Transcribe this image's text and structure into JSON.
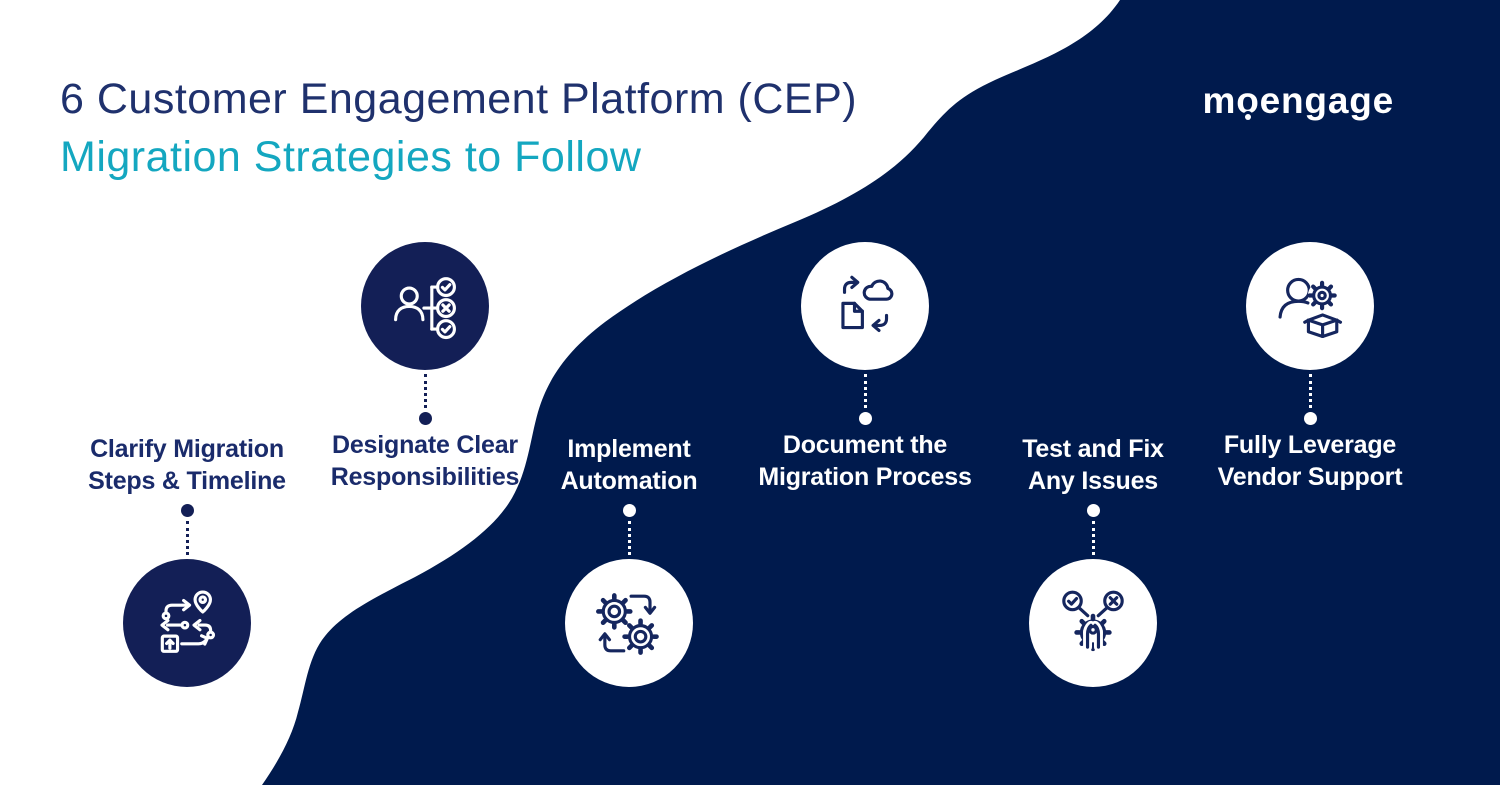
{
  "colors": {
    "background_navy": "#001a4d",
    "icon_circle_navy": "#131f56",
    "title_navy": "#1f316d",
    "title_teal": "#14a7c0",
    "label_navy": "#1a2b6b",
    "white": "#ffffff"
  },
  "header": {
    "title_line1": "6 Customer Engagement Platform (CEP)",
    "title_line2": "Migration Strategies to Follow"
  },
  "logo": {
    "part_m": "m",
    "part_o": "o",
    "part_rest": "engage"
  },
  "strategies": [
    {
      "line1": "Clarify Migration",
      "line2": "Steps & Timeline",
      "icon": "route-timeline-icon",
      "icon_position": "below-text",
      "section": "light"
    },
    {
      "line1": "Designate Clear",
      "line2": "Responsibilities",
      "icon": "person-checklist-icon",
      "icon_position": "above-text",
      "section": "light"
    },
    {
      "line1": "Implement",
      "line2": "Automation",
      "icon": "gears-sync-icon",
      "icon_position": "below-text",
      "section": "dark"
    },
    {
      "line1": "Document the",
      "line2": "Migration Process",
      "icon": "document-cloud-sync-icon",
      "icon_position": "above-text",
      "section": "dark"
    },
    {
      "line1": "Test and Fix",
      "line2": "Any Issues",
      "icon": "test-fix-gear-wrench-icon",
      "icon_position": "below-text",
      "section": "dark"
    },
    {
      "line1": "Fully Leverage",
      "line2": "Vendor Support",
      "icon": "person-gear-box-icon",
      "icon_position": "above-text",
      "section": "dark"
    }
  ]
}
